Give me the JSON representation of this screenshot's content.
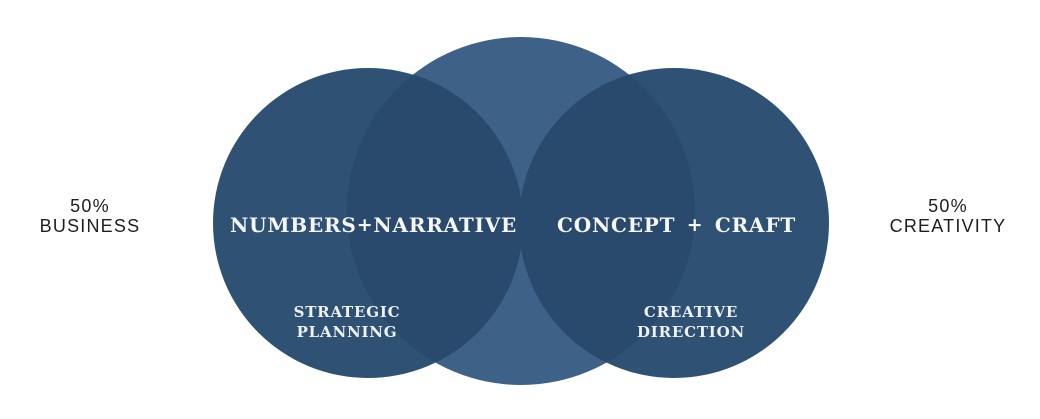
{
  "labels": {
    "left": {
      "line1": "50%",
      "line2": "BUSINESS"
    },
    "right": {
      "line1": "50%",
      "line2": "CREATIVITY"
    }
  },
  "circles": {
    "left": {
      "word1": "NUMBERS",
      "plus": "+",
      "word2": "NARRATIVE",
      "sub1": "STRATEGIC",
      "sub2": "PLANNING"
    },
    "right": {
      "word1": "CONCEPT",
      "plus": "+",
      "word2": "CRAFT",
      "sub1": "CREATIVE",
      "sub2": "DIRECTION"
    }
  },
  "colors": {
    "side_circle": "#2E5174",
    "middle_circle": "#3D6187",
    "overlap": "#294A6C",
    "light_text": "#F5F7F9",
    "dark_text": "#1E1E1E",
    "background": "#FFFFFF"
  }
}
